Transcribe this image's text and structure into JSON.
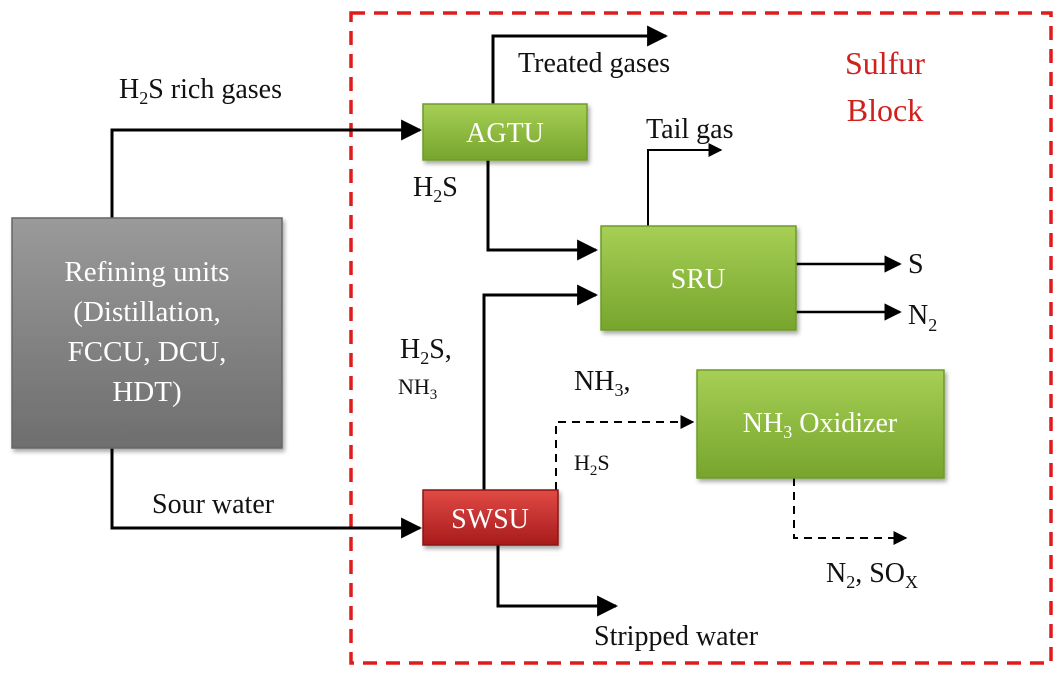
{
  "block": {
    "title_line1": "Sulfur",
    "title_line2": "Block",
    "title_color": "#d0201c",
    "border_color": "#e01b1b"
  },
  "boxes": {
    "refining": {
      "lines": [
        "Refining units",
        "(Distillation,",
        "FCCU, DCU,",
        "HDT)"
      ],
      "color": "#8a8a8a"
    },
    "agtu": {
      "label": "AGTU",
      "color": "#8fbd3e"
    },
    "sru": {
      "label": "SRU",
      "color": "#8fbd3e"
    },
    "nh3ox": {
      "label_main": "NH",
      "label_sub": "3",
      "label_rest": " Oxidizer",
      "color": "#8fbd3e"
    },
    "swsu": {
      "label": "SWSU",
      "color": "#c8282a"
    }
  },
  "labels": {
    "h2s_rich_main": "H",
    "h2s_rich_sub": "2",
    "h2s_rich_rest": "S rich gases",
    "treated_gases": "Treated gases",
    "tail_gas": "Tail gas",
    "h2s_main": "H",
    "h2s_sub": "2",
    "h2s_rest": "S",
    "s_out": "S",
    "n2_main": "N",
    "n2_sub": "2",
    "h2s_nh3_l1_main": "H",
    "h2s_nh3_l1_sub": "2",
    "h2s_nh3_l1_rest": "S,",
    "h2s_nh3_l2_main": "NH",
    "h2s_nh3_l2_sub": "3",
    "nh3_main": "NH",
    "nh3_sub": "3",
    "nh3_rest": ",",
    "h2s_small_main": "H",
    "h2s_small_sub": "2",
    "h2s_small_rest": "S",
    "sour_water": "Sour water",
    "n2sox_main1": "N",
    "n2sox_sub1": "2",
    "n2sox_mid": ", SO",
    "n2sox_sub2": "X",
    "stripped_water": "Stripped water"
  }
}
